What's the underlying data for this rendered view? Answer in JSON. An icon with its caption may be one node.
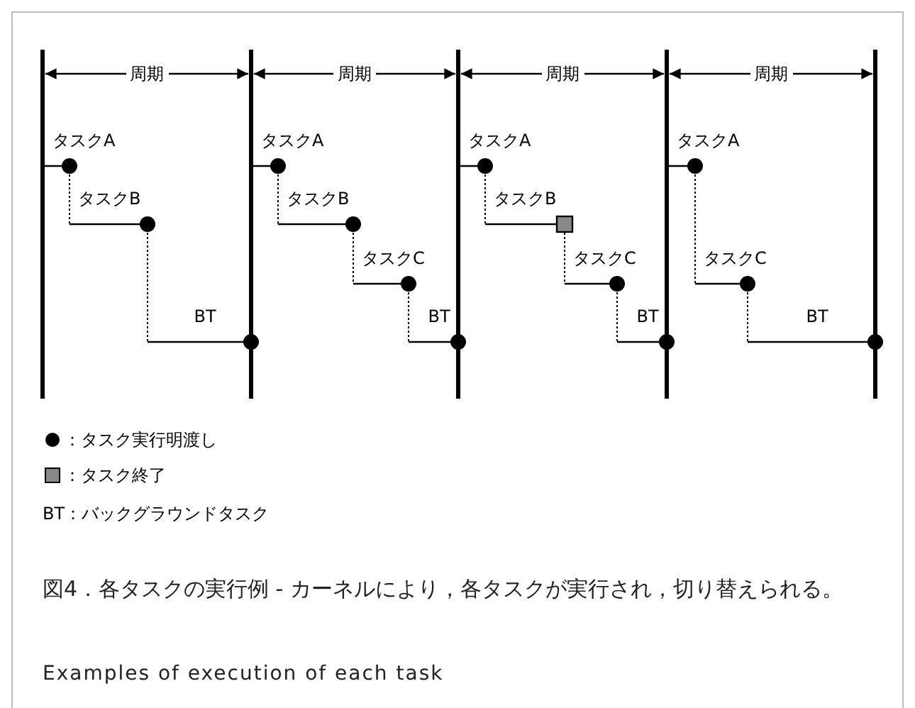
{
  "diagram": {
    "caption": "図4．各タスクの実行例 - カーネルにより，各タスクが実行され，切り替えられる。",
    "labels": [
      "周期",
      "周期",
      "周期",
      "周期",
      "タスクA",
      "タスクB",
      "BT",
      "タスクA",
      "タスクB",
      "タスクC",
      "BT",
      "タスクA",
      "タスクB",
      "タスクC",
      "BT",
      "タスクA",
      "タスクC",
      "BT",
      "BT：バックグラウンドタスク",
      "Examples of execution of each task"
    ],
    "legend": [
      {
        "text": "：タスク実行明渡し"
      },
      {
        "text": "：タスク終了"
      }
    ]
  }
}
